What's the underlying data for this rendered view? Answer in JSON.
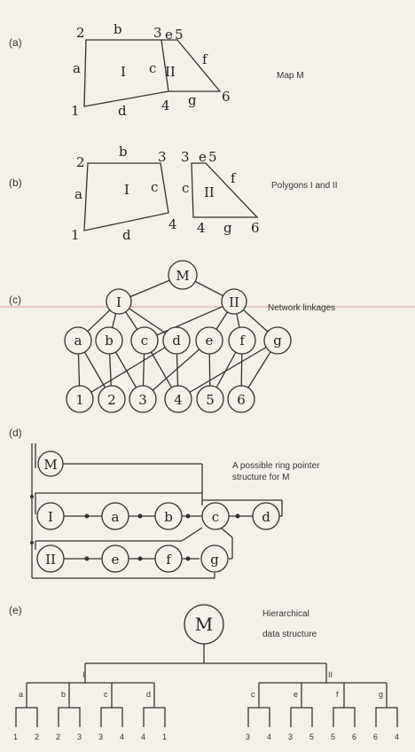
{
  "panels": {
    "a": {
      "label": "(a)",
      "caption": "Map M"
    },
    "b": {
      "label": "(b)",
      "caption": "Polygons I and II"
    },
    "c": {
      "label": "(c)",
      "caption": "Network linkages"
    },
    "d": {
      "label": "(d)",
      "caption_line1": "A possible ring pointer",
      "caption_line2": "structure for M"
    },
    "e": {
      "label": "(e)",
      "caption_line1": "Hierarchical",
      "caption_line2": "data structure"
    }
  },
  "map": {
    "points": [
      "1",
      "2",
      "3",
      "4",
      "5",
      "6"
    ],
    "edges": [
      "a",
      "b",
      "c",
      "d",
      "e",
      "f",
      "g"
    ],
    "polygons": [
      "I",
      "II"
    ]
  },
  "network": {
    "root": "M",
    "polygons": [
      "I",
      "II"
    ],
    "edges": [
      "a",
      "b",
      "c",
      "d",
      "e",
      "f",
      "g"
    ],
    "points": [
      "1",
      "2",
      "3",
      "4",
      "5",
      "6"
    ]
  },
  "ring": {
    "root": "M",
    "row1": [
      "I",
      "a",
      "b",
      "c",
      "d"
    ],
    "row2": [
      "II",
      "e",
      "f",
      "g"
    ]
  },
  "hierarchy": {
    "root": "M",
    "polygons": [
      "I",
      "II"
    ],
    "I_edges": [
      {
        "edge": "a",
        "points": [
          "1",
          "2"
        ]
      },
      {
        "edge": "b",
        "points": [
          "2",
          "3"
        ]
      },
      {
        "edge": "c",
        "points": [
          "3",
          "4"
        ]
      },
      {
        "edge": "d",
        "points": [
          "4",
          "1"
        ]
      }
    ],
    "II_edges": [
      {
        "edge": "c",
        "points": [
          "3",
          "4"
        ]
      },
      {
        "edge": "e",
        "points": [
          "3",
          "5"
        ]
      },
      {
        "edge": "f",
        "points": [
          "5",
          "6"
        ]
      },
      {
        "edge": "g",
        "points": [
          "6",
          "4"
        ]
      }
    ]
  },
  "colors": {
    "ink": "#333333",
    "paper": "#f4f1ea"
  }
}
